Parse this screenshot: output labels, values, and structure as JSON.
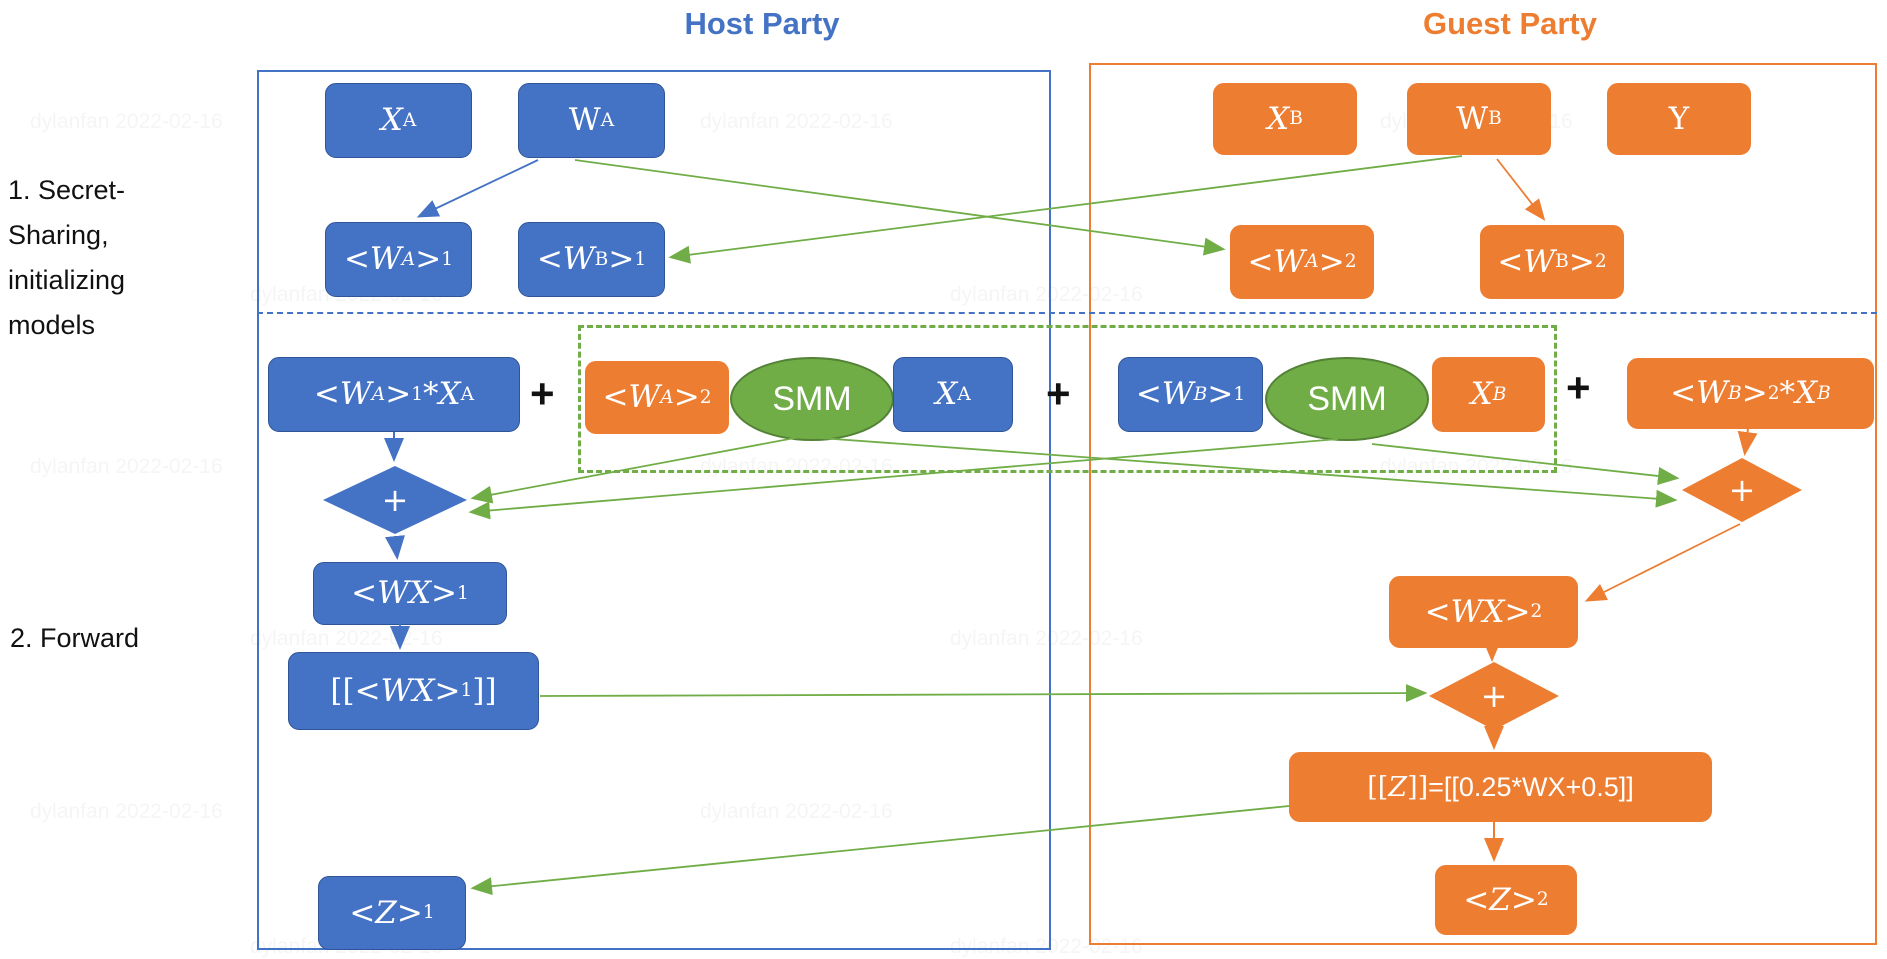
{
  "titles": {
    "host": "Host Party",
    "guest": "Guest Party"
  },
  "side_labels": {
    "step1": "1. Secret-\nSharing,\ninitializing\nmodels",
    "step2": "2. Forward"
  },
  "colors": {
    "host_blue": "#4472C4",
    "guest_orange": "#ED7D31",
    "smm_green": "#70AD47",
    "arrow_green": "#70AD47"
  },
  "watermark": {
    "text": "dylanfan 2022-02-16"
  },
  "operators": {
    "plus1": "+",
    "plus2": "+",
    "plus3": "+",
    "diamond_plus": "+"
  },
  "smm": {
    "label": "SMM"
  },
  "nodes": {
    "xa": {
      "segments": [
        {
          "t": "X",
          "s": "i"
        },
        {
          "t": "A",
          "s": "sub"
        }
      ]
    },
    "wa": {
      "segments": [
        {
          "t": "W",
          "s": "n"
        },
        {
          "t": "A",
          "s": "sub"
        }
      ]
    },
    "xb": {
      "segments": [
        {
          "t": "X",
          "s": "i"
        },
        {
          "t": "B",
          "s": "sub"
        }
      ]
    },
    "wb": {
      "segments": [
        {
          "t": "W",
          "s": "n"
        },
        {
          "t": "B",
          "s": "sub"
        }
      ]
    },
    "y": {
      "segments": [
        {
          "t": "Y",
          "s": "n"
        }
      ]
    },
    "wa1": {
      "segments": [
        {
          "t": "< ",
          "s": "n"
        },
        {
          "t": "W",
          "s": "i"
        },
        {
          "t": "A",
          "s": "subi"
        },
        {
          "t": " >",
          "s": "n"
        },
        {
          "t": "1",
          "s": "sub"
        }
      ]
    },
    "wb1": {
      "segments": [
        {
          "t": "< ",
          "s": "n"
        },
        {
          "t": "W",
          "s": "i"
        },
        {
          "t": "B",
          "s": "sub"
        },
        {
          "t": " >",
          "s": "n"
        },
        {
          "t": "1",
          "s": "sub"
        }
      ]
    },
    "wa2": {
      "segments": [
        {
          "t": "< ",
          "s": "n"
        },
        {
          "t": "W",
          "s": "i"
        },
        {
          "t": "A",
          "s": "subi"
        },
        {
          "t": " >",
          "s": "n"
        },
        {
          "t": "2",
          "s": "sub"
        }
      ]
    },
    "wb2": {
      "segments": [
        {
          "t": "< ",
          "s": "n"
        },
        {
          "t": "W",
          "s": "i"
        },
        {
          "t": "B",
          "s": "sub"
        },
        {
          "t": " >",
          "s": "n"
        },
        {
          "t": "2",
          "s": "sub"
        }
      ]
    },
    "wa1xa": {
      "segments": [
        {
          "t": "< ",
          "s": "n"
        },
        {
          "t": "W",
          "s": "i"
        },
        {
          "t": "A",
          "s": "subi"
        },
        {
          "t": " >",
          "s": "n"
        },
        {
          "t": "1",
          "s": "sub"
        },
        {
          "t": "* ",
          "s": "n"
        },
        {
          "t": "X",
          "s": "i"
        },
        {
          "t": "A",
          "s": "sub"
        }
      ]
    },
    "wa2s": {
      "segments": [
        {
          "t": "< ",
          "s": "n"
        },
        {
          "t": "W",
          "s": "i"
        },
        {
          "t": "A",
          "s": "subi"
        },
        {
          "t": " >",
          "s": "n"
        },
        {
          "t": "2",
          "s": "sub"
        }
      ]
    },
    "xam": {
      "segments": [
        {
          "t": "X",
          "s": "i"
        },
        {
          "t": "A",
          "s": "sub"
        }
      ]
    },
    "wb1m": {
      "segments": [
        {
          "t": "< ",
          "s": "n"
        },
        {
          "t": "W",
          "s": "i"
        },
        {
          "t": "B",
          "s": "subi"
        },
        {
          "t": " >",
          "s": "n"
        },
        {
          "t": "1",
          "s": "sub"
        }
      ]
    },
    "xbm": {
      "segments": [
        {
          "t": "X",
          "s": "i"
        },
        {
          "t": "B",
          "s": "subi"
        }
      ]
    },
    "wb2xb": {
      "segments": [
        {
          "t": "< ",
          "s": "n"
        },
        {
          "t": "W",
          "s": "i"
        },
        {
          "t": "B",
          "s": "subi"
        },
        {
          "t": " >",
          "s": "n"
        },
        {
          "t": "2",
          "s": "sub"
        },
        {
          "t": "* ",
          "s": "n"
        },
        {
          "t": "X",
          "s": "i"
        },
        {
          "t": "B",
          "s": "subi"
        }
      ]
    },
    "wx1": {
      "segments": [
        {
          "t": "< ",
          "s": "n"
        },
        {
          "t": "WX",
          "s": "i"
        },
        {
          "t": " >",
          "s": "n"
        },
        {
          "t": "1",
          "s": "sub"
        }
      ]
    },
    "wx1enc": {
      "segments": [
        {
          "t": "[[",
          "s": "n"
        },
        {
          "t": "< ",
          "s": "n"
        },
        {
          "t": "WX",
          "s": "i"
        },
        {
          "t": " >",
          "s": "n"
        },
        {
          "t": "1",
          "s": "sub"
        },
        {
          "t": "]]",
          "s": "n"
        }
      ]
    },
    "z1": {
      "segments": [
        {
          "t": "< ",
          "s": "n"
        },
        {
          "t": "Z",
          "s": "i"
        },
        {
          "t": " >",
          "s": "n"
        },
        {
          "t": "1",
          "s": "sub"
        }
      ]
    },
    "wx2": {
      "segments": [
        {
          "t": "< ",
          "s": "n"
        },
        {
          "t": "WX",
          "s": "i"
        },
        {
          "t": " >",
          "s": "n"
        },
        {
          "t": "2",
          "s": "sub"
        }
      ]
    },
    "zenc": {
      "segments": [
        {
          "t": "[[",
          "s": "n"
        },
        {
          "t": "Z",
          "s": "i"
        },
        {
          "t": "]]",
          "s": "n"
        },
        {
          "t": "=[[0.25*WX+0.5]]",
          "s": "sn"
        }
      ]
    },
    "z2": {
      "segments": [
        {
          "t": "< ",
          "s": "n"
        },
        {
          "t": "Z",
          "s": "i"
        },
        {
          "t": " >",
          "s": "n"
        },
        {
          "t": "2",
          "s": "sub"
        }
      ]
    }
  }
}
